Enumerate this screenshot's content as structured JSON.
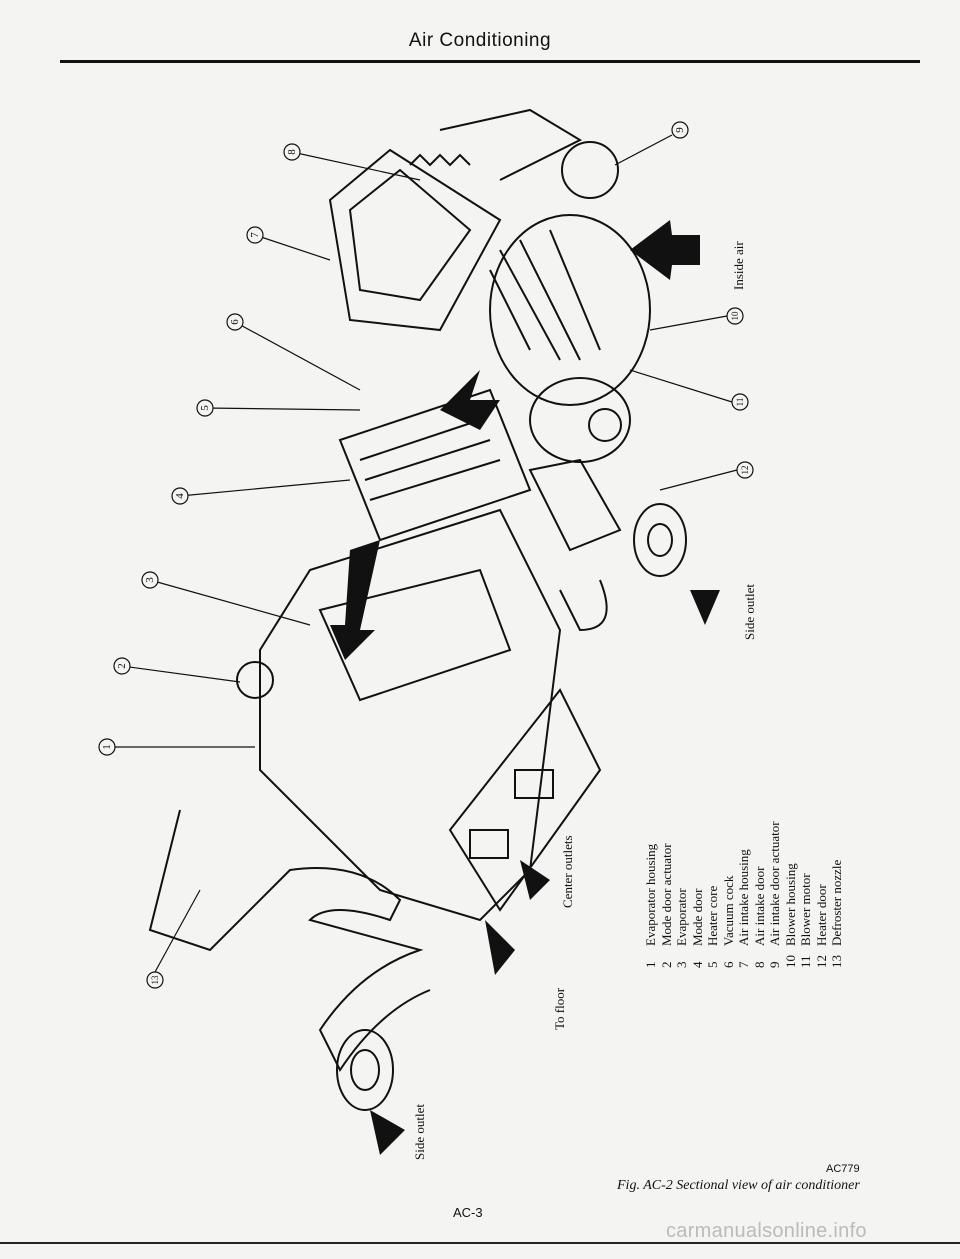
{
  "header": {
    "title": "Air Conditioning"
  },
  "labels": {
    "inside_air": "Inside air",
    "side_outlet_right": "Side outlet",
    "center_outlets": "Center outlets",
    "to_floor": "To floor",
    "side_outlet_left": "Side outlet"
  },
  "callouts": [
    "1",
    "2",
    "3",
    "4",
    "5",
    "6",
    "7",
    "8",
    "9",
    "10",
    "11",
    "12",
    "13"
  ],
  "legend": [
    {
      "num": "1",
      "text": "Evaporator housing"
    },
    {
      "num": "2",
      "text": "Mode door actuator"
    },
    {
      "num": "3",
      "text": "Evaporator"
    },
    {
      "num": "4",
      "text": "Mode door"
    },
    {
      "num": "5",
      "text": "Heater core"
    },
    {
      "num": "6",
      "text": "Vacuum cock"
    },
    {
      "num": "7",
      "text": "Air intake housing"
    },
    {
      "num": "8",
      "text": "Air intake door"
    },
    {
      "num": "9",
      "text": "Air intake door actuator"
    },
    {
      "num": "10",
      "text": "Blower housing"
    },
    {
      "num": "11",
      "text": "Blower motor"
    },
    {
      "num": "12",
      "text": "Heater door"
    },
    {
      "num": "13",
      "text": "Defroster nozzle"
    }
  ],
  "figure": {
    "code": "AC779",
    "caption": "Fig. AC-2 Sectional view of air conditioner",
    "page": "AC-3"
  },
  "watermark": "carmanualsonline.info"
}
